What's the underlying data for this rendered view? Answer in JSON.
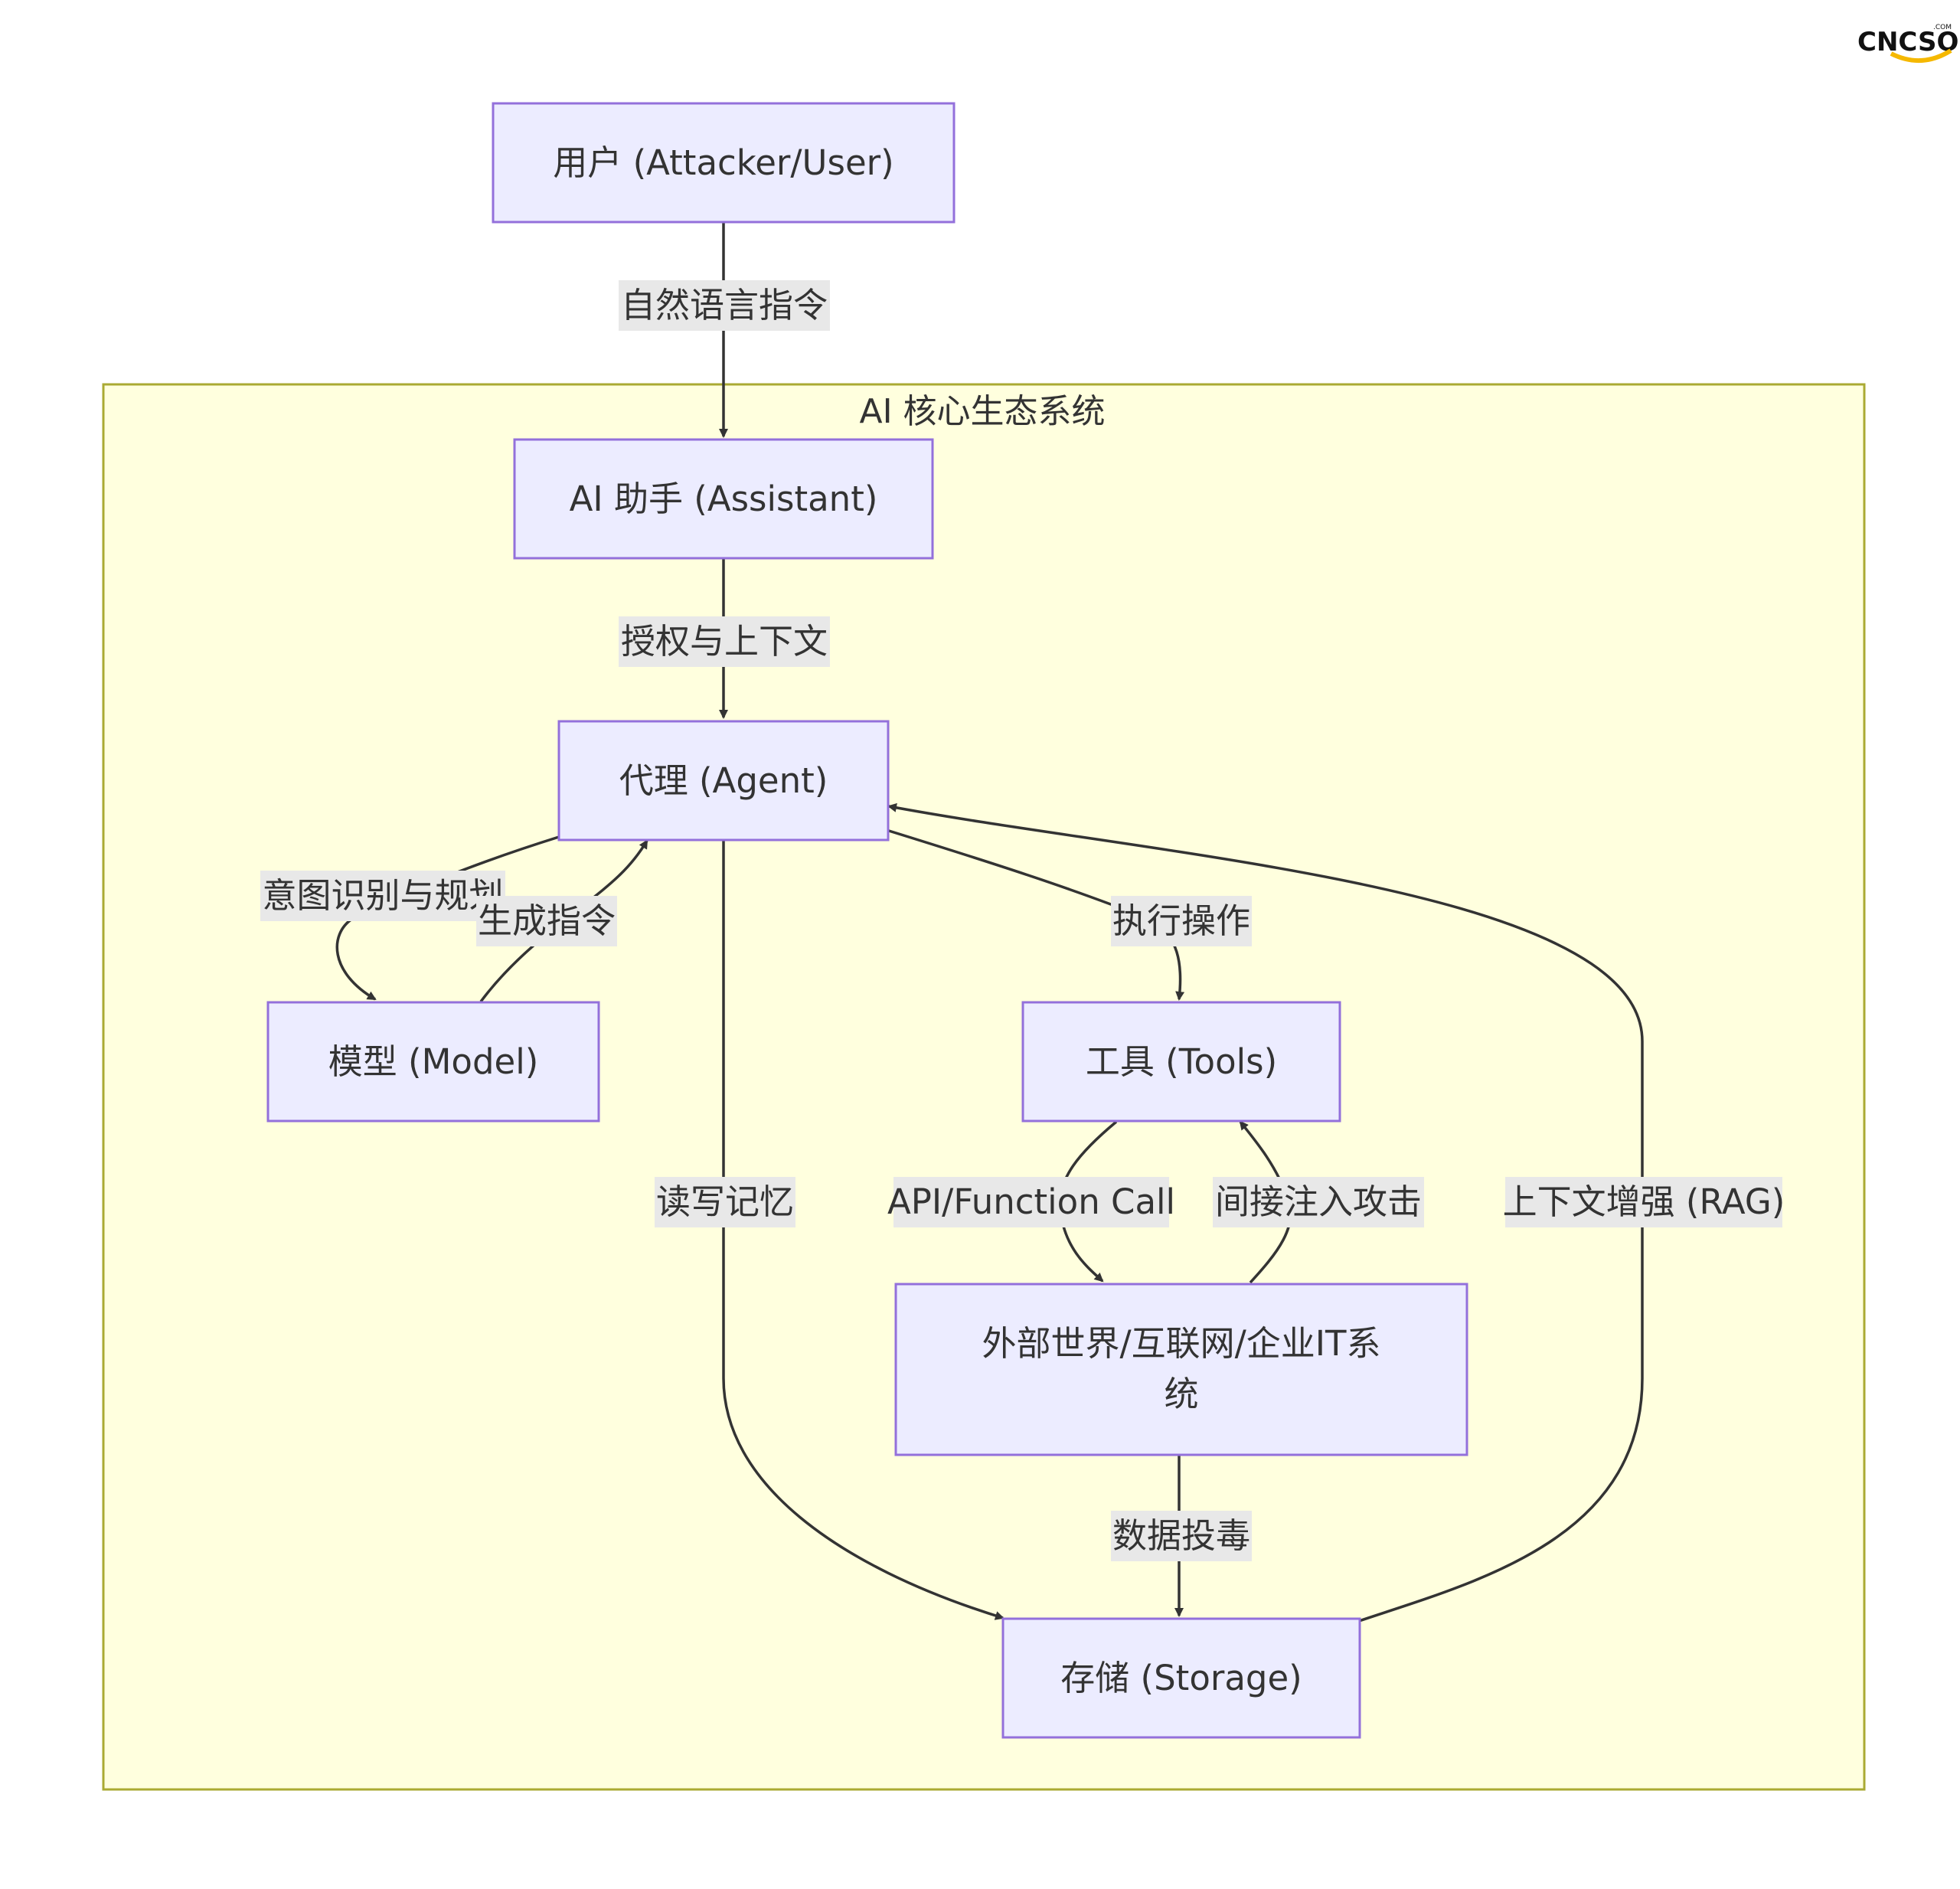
{
  "logo": {
    "text": "CNCSO",
    "suffix": ".COM",
    "accent_color": "#F5B800"
  },
  "cluster": {
    "title": "AI 核心生态系统"
  },
  "nodes": {
    "user": "用户 (Attacker/User)",
    "assistant": "AI 助手 (Assistant)",
    "agent": "代理 (Agent)",
    "model": "模型 (Model)",
    "tools": "工具 (Tools)",
    "external": [
      "外部世界/互联网/企业IT系",
      "统"
    ],
    "storage": "存储 (Storage)"
  },
  "edges": {
    "user_to_assistant": "自然语言指令",
    "assistant_to_agent": "授权与上下文",
    "agent_to_model": "意图识别与规划",
    "model_to_agent": "生成指令",
    "agent_to_tools": "执行操作",
    "tools_to_external": "API/Function Call",
    "external_to_tools": "间接注入攻击",
    "agent_to_storage": "读写记忆",
    "external_to_storage": "数据投毒",
    "storage_to_agent": "上下文增强 (RAG)"
  },
  "colors": {
    "node_fill": "#ECECFF",
    "node_stroke": "#9370DB",
    "cluster_fill": "#FFFFDE",
    "cluster_stroke": "#AAAA33",
    "edge": "#333333",
    "label_bg": "#E8E8E8"
  }
}
